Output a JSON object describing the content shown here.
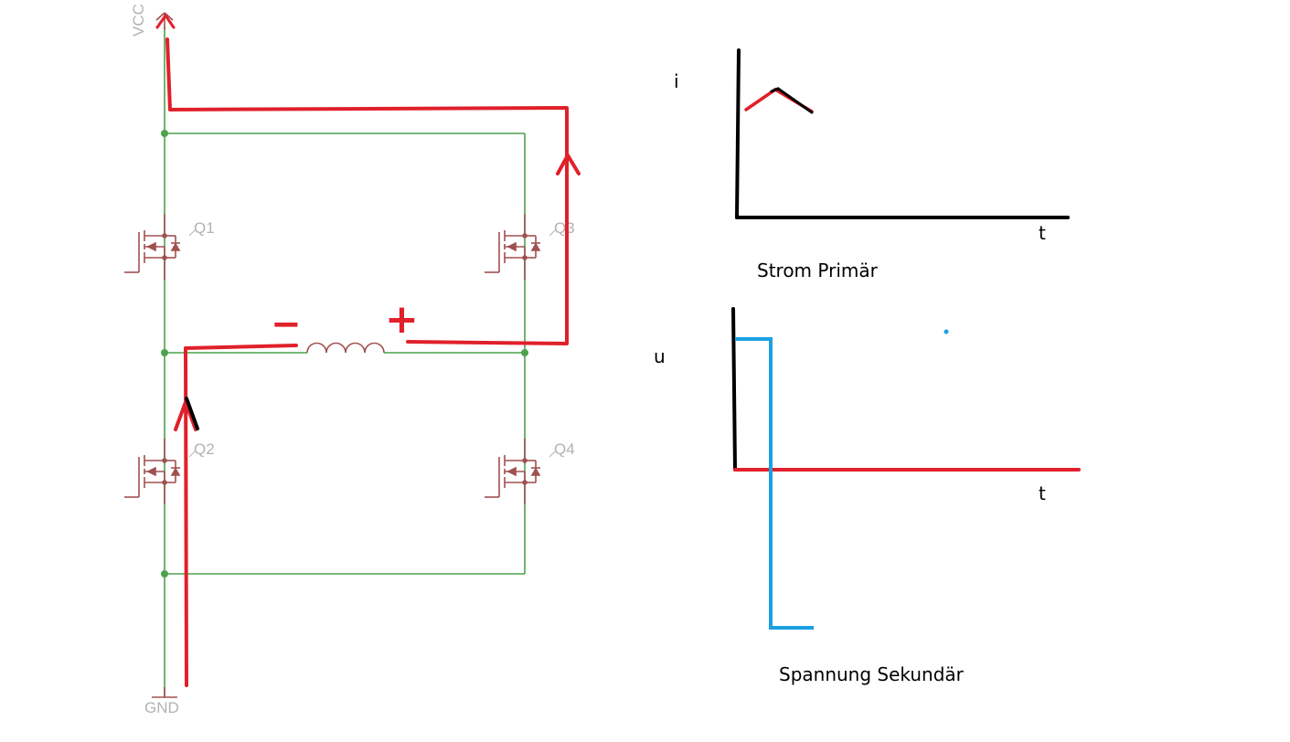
{
  "schematic": {
    "supply_label": "VCC",
    "ground_label": "GND",
    "transistors": [
      "Q1",
      "Q2",
      "Q3",
      "Q4"
    ],
    "minus_sign": "−",
    "plus_sign": "+"
  },
  "plot_current": {
    "y_label": "i",
    "x_label": "t",
    "caption": "Strom Primär"
  },
  "plot_voltage": {
    "y_label": "u",
    "x_label": "t",
    "caption": "Spannung Sekundär"
  },
  "colors": {
    "wire": "#4ca24c",
    "component": "#a05050",
    "annotation_red": "#e0202a",
    "annotation_blue": "#1ba1e2",
    "label_gray": "#b2b2b2",
    "axis": "#000000"
  }
}
